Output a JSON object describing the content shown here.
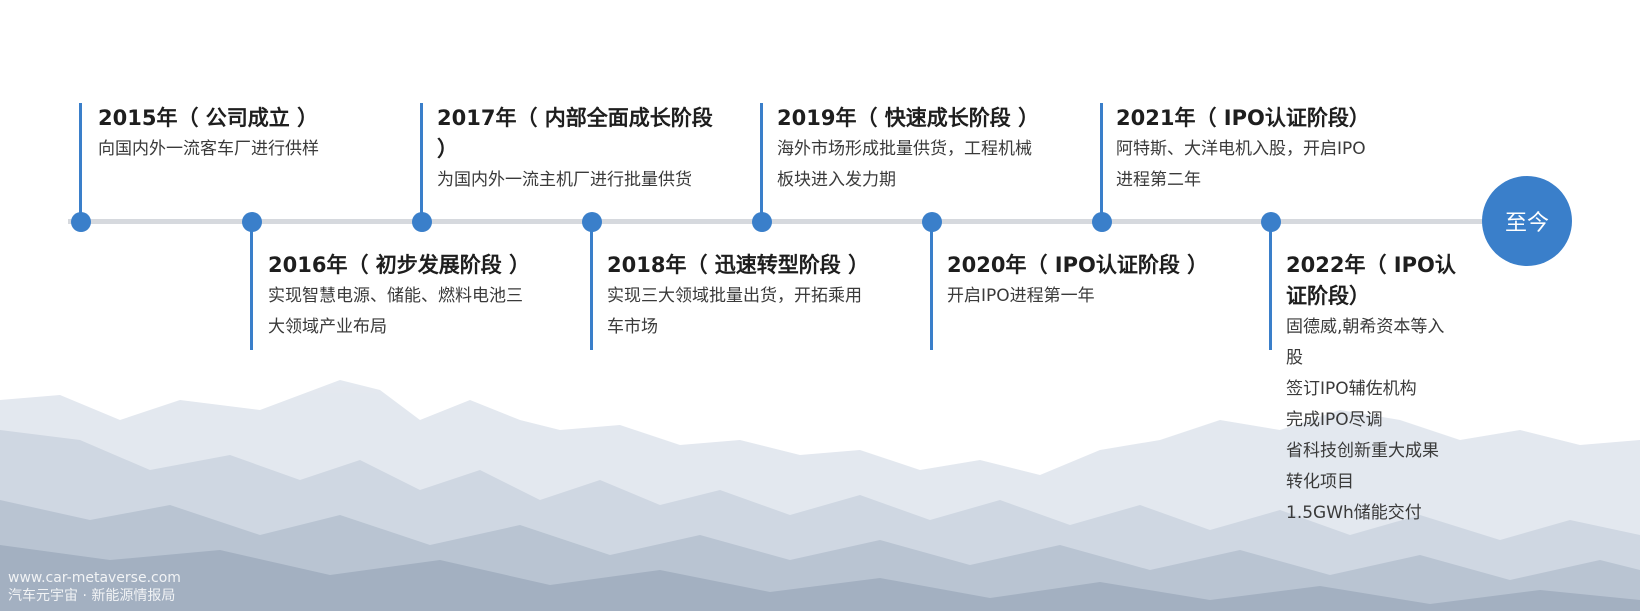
{
  "end_label": "至今",
  "watermark": {
    "line1": "www.car-metaverse.com",
    "line2": "汽车元宇宙 · 新能源情报局"
  },
  "milestones": [
    {
      "title": "2015年（ 公司成立 ）",
      "desc": [
        "向国内外一流客车厂进行供样"
      ]
    },
    {
      "title": "2016年（ 初步发展阶段 ）",
      "desc": [
        "实现智慧电源、储能、燃料电池三",
        "大领域产业布局"
      ]
    },
    {
      "title": "2017年（ 内部全面成长阶段 ）",
      "desc": [
        "为国内外一流主机厂进行批量供货"
      ]
    },
    {
      "title": "2018年（ 迅速转型阶段 ）",
      "desc": [
        "实现三大领域批量出货，开拓乘用",
        "车市场"
      ]
    },
    {
      "title": "2019年（ 快速成长阶段 ）",
      "desc": [
        "海外市场形成批量供货，工程机械",
        "板块进入发力期"
      ]
    },
    {
      "title": "2020年（ IPO认证阶段 ）",
      "desc": [
        "开启IPO进程第一年"
      ]
    },
    {
      "title": "2021年（ IPO认证阶段）",
      "desc": [
        "阿特斯、大洋电机入股，开启IPO",
        "进程第二年"
      ]
    },
    {
      "title": "2022年（ IPO认证阶段）",
      "desc": [
        "固德威,朝希资本等入",
        "股",
        "签订IPO辅佐机构",
        "完成IPO尽调",
        "省科技创新重大成果",
        "转化项目",
        "1.5GWh储能交付"
      ]
    }
  ]
}
